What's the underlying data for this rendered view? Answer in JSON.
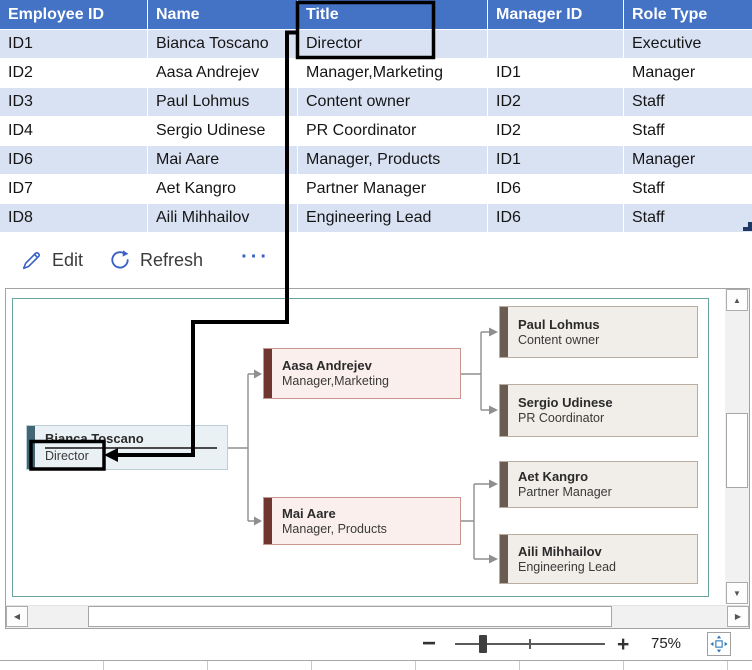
{
  "table": {
    "columns": [
      "Employee ID",
      "Name",
      "Title",
      "Manager ID",
      "Role Type"
    ],
    "rows": [
      [
        "ID1",
        "Bianca Toscano",
        "Director",
        "",
        "Executive"
      ],
      [
        "ID2",
        "Aasa Andrejev",
        "Manager,Marketing",
        "ID1",
        "Manager"
      ],
      [
        "ID3",
        "Paul Lohmus",
        "Content owner",
        "ID2",
        "Staff"
      ],
      [
        "ID4",
        "Sergio Udinese",
        "PR Coordinator",
        "ID2",
        "Staff"
      ],
      [
        "ID6",
        "Mai Aare",
        "Manager, Products",
        "ID1",
        "Manager"
      ],
      [
        "ID7",
        "Aet Kangro",
        "Partner Manager",
        "ID6",
        "Staff"
      ],
      [
        "ID8",
        "Aili Mihhailov",
        "Engineering Lead",
        "ID6",
        "Staff"
      ]
    ]
  },
  "toolbar": {
    "edit_label": "Edit",
    "refresh_label": "Refresh",
    "more_glyph": "···"
  },
  "org_chart": {
    "nodes": [
      {
        "name": "Bianca Toscano",
        "title": "Director",
        "role": "executive"
      },
      {
        "name": "Aasa Andrejev",
        "title": "Manager,Marketing",
        "role": "manager"
      },
      {
        "name": "Mai Aare",
        "title": "Manager, Products",
        "role": "manager"
      },
      {
        "name": "Paul Lohmus",
        "title": "Content owner",
        "role": "staff"
      },
      {
        "name": "Sergio Udinese",
        "title": "PR Coordinator",
        "role": "staff"
      },
      {
        "name": "Aet Kangro",
        "title": "Partner Manager",
        "role": "staff"
      },
      {
        "name": "Aili Mihhailov",
        "title": "Engineering Lead",
        "role": "staff"
      }
    ],
    "colors": {
      "executive_bar": "#41677A",
      "executive_fill": "#E9F1F4",
      "manager_bar": "#6E362E",
      "manager_fill": "#FAEFEC",
      "staff_bar": "#6A5C50",
      "staff_fill": "#F1EDE8",
      "frame_border": "#68A49B",
      "connector": "#8F8F8F"
    }
  },
  "icons": {
    "scroll_up": "▲",
    "scroll_down": "▼",
    "scroll_left": "◀",
    "scroll_right": "▶"
  },
  "zoom_bar": {
    "minus_label": "−",
    "plus_label": "+",
    "zoom_level": "75%"
  },
  "colors": {
    "table_header_bg": "#4472C4",
    "table_band_bg": "#D9E2F3",
    "toolbar_accent": "#3A62C4",
    "annotation": "#000000"
  }
}
